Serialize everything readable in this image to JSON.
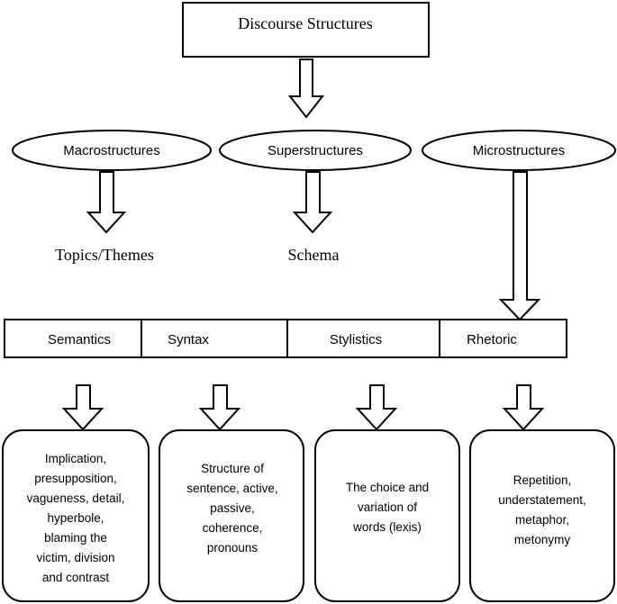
{
  "diagram": {
    "root": "Discourse Structures",
    "structures": [
      {
        "label": "Macrostructures",
        "output": "Topics/Themes"
      },
      {
        "label": "Superstructures",
        "output": "Schema"
      },
      {
        "label": "Microstructures",
        "output": ""
      }
    ],
    "categories": [
      {
        "label": "Semantics",
        "details": [
          "Implication,",
          "presupposition,",
          "vagueness, detail,",
          "hyperbole,",
          "blaming the",
          "victim, division",
          "and contrast"
        ]
      },
      {
        "label": "Syntax",
        "details": [
          "Structure of",
          "sentence, active,",
          "passive,",
          "coherence,",
          "pronouns"
        ]
      },
      {
        "label": "Stylistics",
        "details": [
          "The choice and",
          "variation of",
          "words (lexis)"
        ]
      },
      {
        "label": "Rhetoric",
        "details": [
          "Repetition,",
          "understatement,",
          "metaphor,",
          "metonymy"
        ]
      }
    ]
  }
}
